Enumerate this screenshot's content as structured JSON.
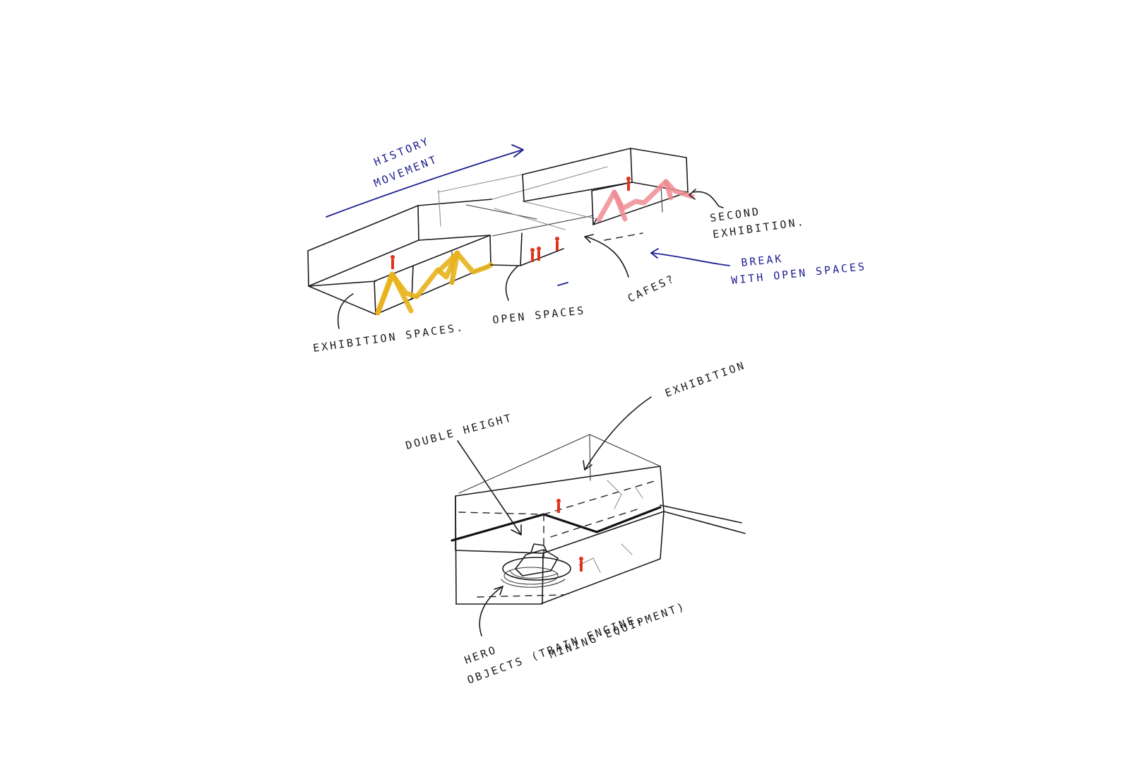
{
  "colors": {
    "ink": "#1b1b1b",
    "annotation_blue": "#1d1f8f",
    "exhibition_yellow": "#e8b21a",
    "exhibition_pink": "#f08b94",
    "figure_red": "#e0311a"
  },
  "top_sketch": {
    "history_line1": "HISTORY",
    "history_line2": "MOVEMENT",
    "second_line1": "SECOND",
    "second_line2": "EXHIBITION.",
    "break_line1": "BREAK",
    "break_line2": "WITH OPEN SPACES",
    "cafes": "CAFES?",
    "open_spaces": "OPEN SPACES",
    "exhibition_spaces": "EXHIBITION SPACES."
  },
  "bottom_sketch": {
    "exhibition": "EXHIBITION",
    "double_height": "DOUBLE HEIGHT",
    "hero_line1": "HERO",
    "hero_line2": "OBJECTS (TRAIN ENGINE,",
    "hero_line3": "MINING EQUIPMENT)"
  }
}
